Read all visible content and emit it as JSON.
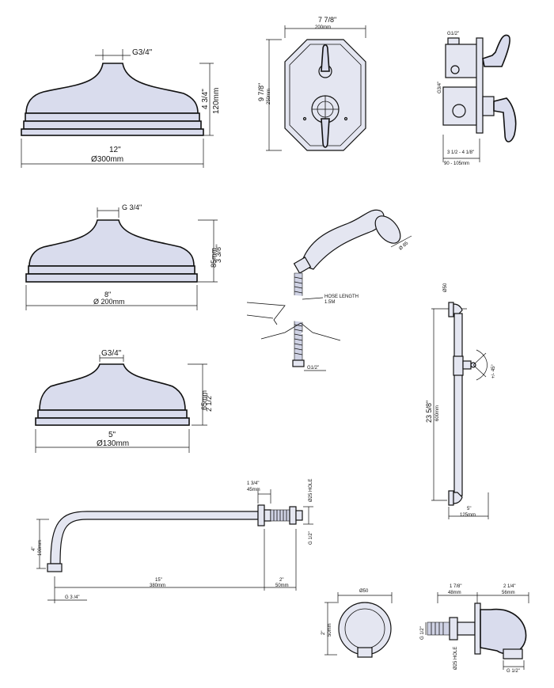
{
  "head300": {
    "inlet": "G3/4\"",
    "height_in": "4 3/4\"",
    "height_mm": "120mm",
    "width_in": "12\"",
    "width_mm": "Ø300mm"
  },
  "valve": {
    "width_in": "7 7/8\"",
    "width_mm": "200mm",
    "height_in": "9 7/8\"",
    "height_mm": "250mm"
  },
  "valve_side": {
    "inlet_top": "G1/2\"",
    "inlet_side": "G3/4\"",
    "depth_in": "3 1/2 - 4 1/8\"",
    "depth_mm": "90 - 105mm"
  },
  "head200": {
    "inlet": "G 3/4\"",
    "height_in": "3 3/8\"",
    "height_mm": "85mm",
    "width_in": "8\"",
    "width_mm": "Ø 200mm"
  },
  "handset": {
    "hose_label": "HOSE LENGTH",
    "hose_value": "1.5M",
    "head_dia": "Ø 85",
    "outlet": "G1/2\""
  },
  "rail": {
    "bracket_dia": "Ø50",
    "height_in": "23 5/8\"",
    "height_mm": "600mm",
    "angle": "+/- 45°",
    "depth_in": "5\"",
    "depth_mm": "125mm"
  },
  "head130": {
    "inlet": "G3/4\"",
    "height_in": "2 1/2\"",
    "height_mm": "65mm",
    "width_in": "5\"",
    "width_mm": "Ø130mm"
  },
  "arm": {
    "flange_in": "1 3/4\"",
    "flange_mm": "45mm",
    "hole": "Ø25 HOLE",
    "thread": "G 1/2\"",
    "drop_in": "4\"",
    "drop_mm": "100mm",
    "length_in": "15\"",
    "length_mm": "380mm",
    "wall_in": "2\"",
    "wall_mm": "50mm",
    "outlet": "G 3 /4\""
  },
  "elbow_front": {
    "dia": "Ø50",
    "height_in": "2\"",
    "height_mm": "50mm"
  },
  "elbow_side": {
    "flange_in": "1 7/8\"",
    "flange_mm": "48mm",
    "depth_in": "2 1/4\"",
    "depth_mm": "56mm",
    "thread_in": "G 1/2\"",
    "hole": "Ø25 HOLE",
    "outlet": "G 1/2\""
  }
}
